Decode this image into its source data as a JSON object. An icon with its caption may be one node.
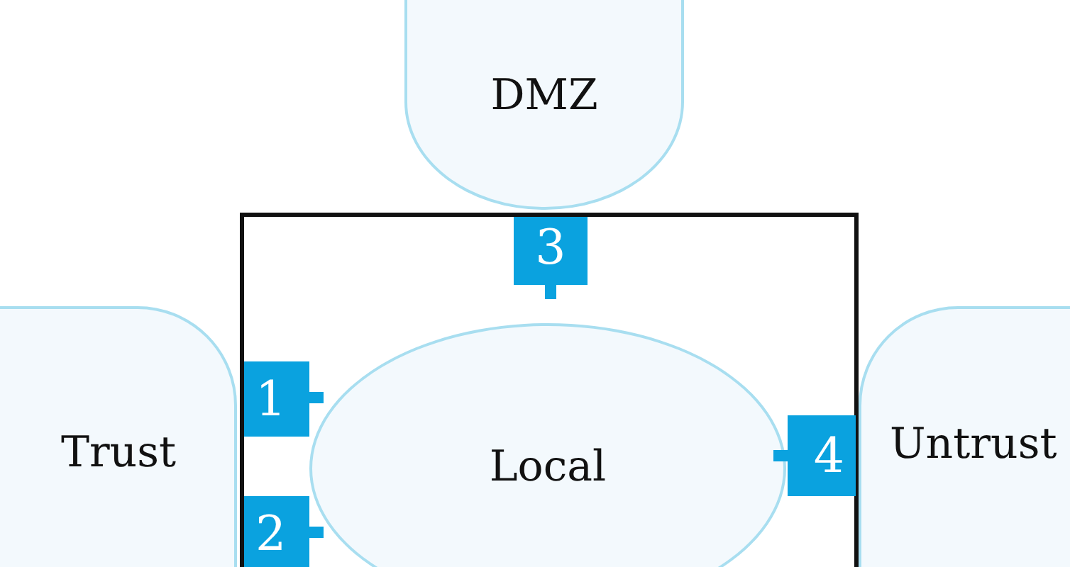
{
  "diagram": {
    "nodes": [
      {
        "text": [
          "DMZ"
        ]
      },
      {
        "text": [],
        "shape": "box"
      },
      {
        "text": [
          "3"
        ],
        "in": 1
      },
      {
        "text": [
          "Trust"
        ]
      },
      {
        "text": [
          "1"
        ],
        "in": 1
      },
      {
        "text": [
          "Local"
        ],
        "in": 1
      },
      {
        "text": [
          "4"
        ],
        "in": 1
      },
      {
        "text": [
          "Untrust"
        ]
      },
      {
        "text": [
          "2"
        ],
        "in": 1
      }
    ]
  }
}
